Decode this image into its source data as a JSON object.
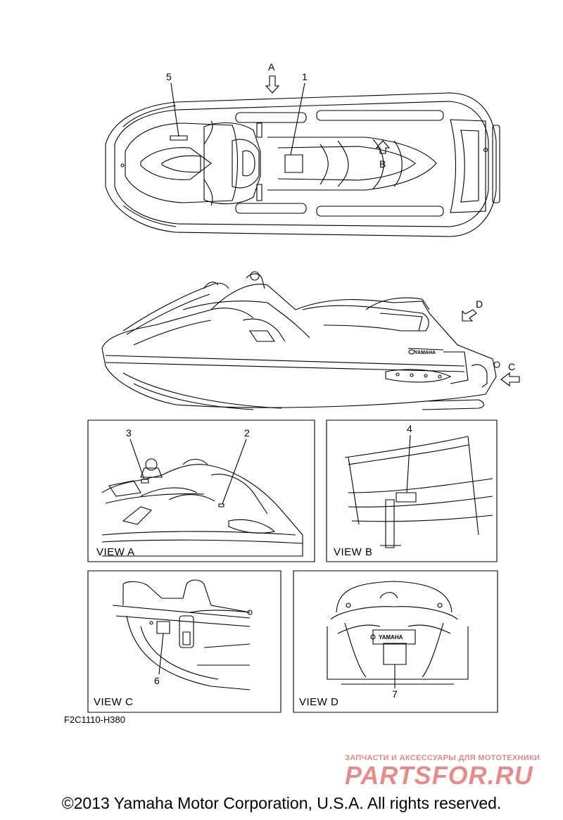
{
  "callouts": {
    "c1": "1",
    "c2": "2",
    "c3": "3",
    "c4": "4",
    "c5": "5",
    "c6": "6",
    "c7": "7"
  },
  "arrows": {
    "a": "A",
    "b": "B",
    "c": "C",
    "d": "D"
  },
  "views": {
    "a": "VIEW A",
    "b": "VIEW B",
    "c": "VIEW C",
    "d": "VIEW D"
  },
  "brand_mark": "YAMAHA",
  "diagram_code": "F2C1110-H380",
  "watermark": {
    "tagline": "ЗАПЧАСТИ И АКСЕССУАРЫ ДЛЯ МОТОТЕХНИКИ",
    "site": "PARTSFOR.RU"
  },
  "copyright": "©2013 Yamaha Motor Corporation, U.S.A. All rights reserved."
}
